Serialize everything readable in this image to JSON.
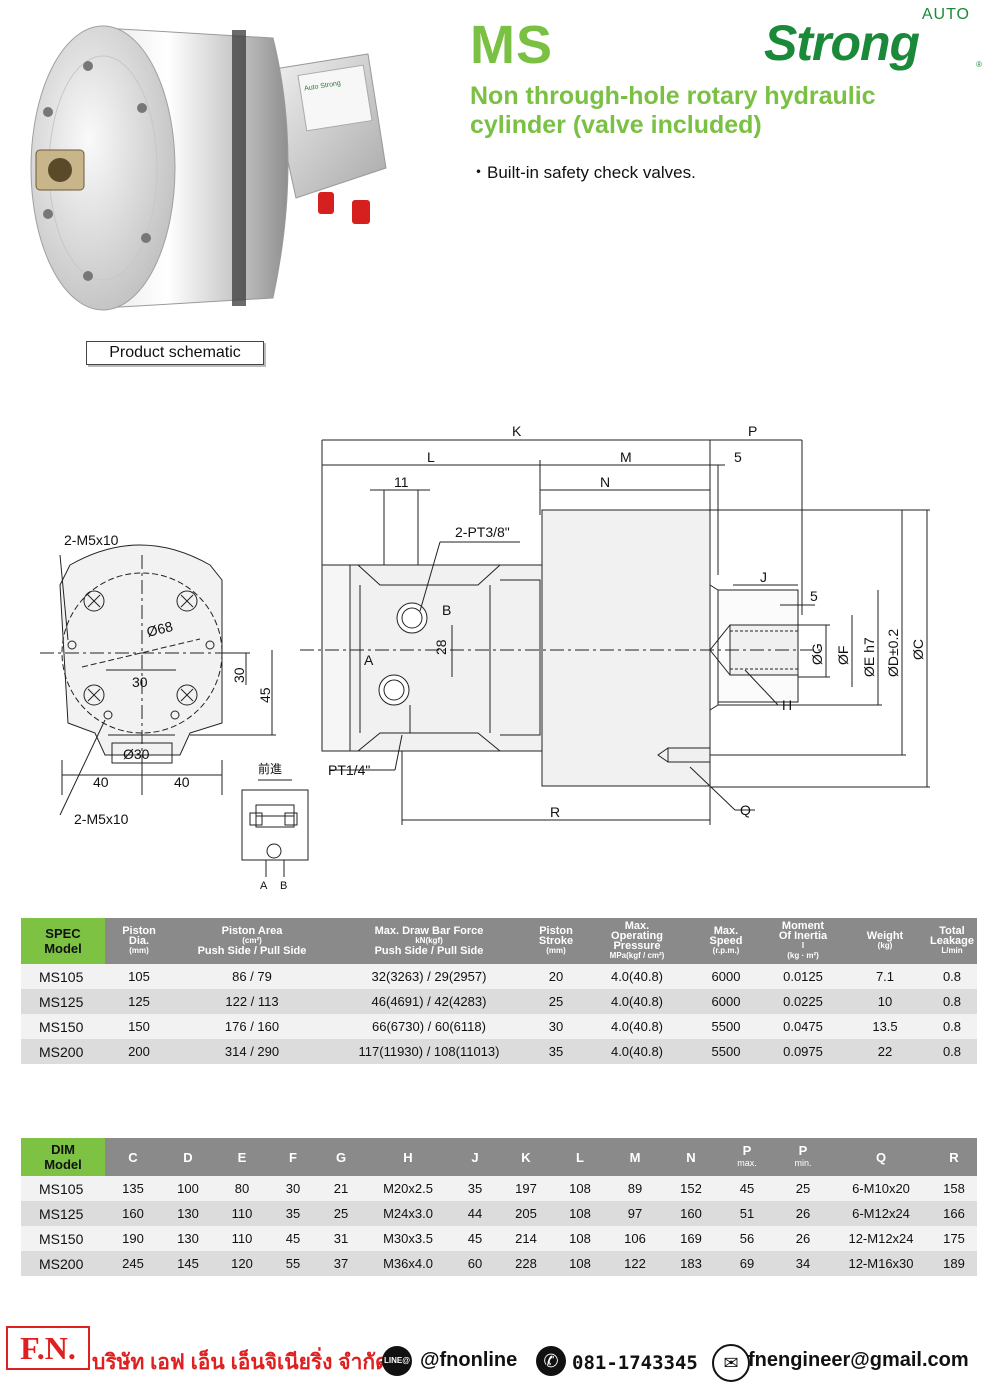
{
  "header": {
    "model": "MS",
    "subtitle_line1": "Non through-hole rotary hydraulic",
    "subtitle_line2": "cylinder (valve included)",
    "bullet": "Built-in safety check valves.",
    "brand_auto": "AUTO",
    "brand_strong": "Strong",
    "brand_reg": "®",
    "product_label": "Auto Strong",
    "schematic_label": "Product schematic"
  },
  "colors": {
    "accent_green": "#79c043",
    "brand_green": "#1a8a3a",
    "header_gray": "#8a8a8a",
    "footer_red": "#e02020"
  },
  "drawing": {
    "labels": {
      "K": "K",
      "L": "L",
      "M": "M",
      "N": "N",
      "P": "P",
      "five_top": "5",
      "eleven": "11",
      "pt38": "2-PT3/8\"",
      "B": "B",
      "A": "A",
      "twentyeight": "28",
      "pt14": "PT1/4\"",
      "R": "R",
      "Q": "Q",
      "J": "J",
      "five_right": "5",
      "H": "H",
      "phiG": "ØG",
      "phiF": "ØF",
      "phiE": "ØE h7",
      "phiD": "ØD±0.2",
      "phiC": "ØC",
      "m5_top": "2-M5x10",
      "m5_bottom": "2-M5x10",
      "phi68": "Ø68",
      "thirty_h": "30",
      "phi30": "Ø30",
      "thirty_v": "30",
      "fortyfive": "45",
      "forty_l": "40",
      "forty_r": "40",
      "forward": "前進",
      "port_a": "A",
      "port_b": "B"
    }
  },
  "spec_table": {
    "corner_top": "SPEC",
    "corner_bottom": "Model",
    "headers": [
      {
        "l1": "Piston",
        "l2": "Dia.",
        "l3": "(mm)"
      },
      {
        "l1": "Piston Area",
        "l2": "(cm²)",
        "l3": "Push Side / Pull Side"
      },
      {
        "l1": "Max. Draw Bar Force",
        "l2": "kN(kgf)",
        "l3": "Push Side / Pull Side"
      },
      {
        "l1": "Piston",
        "l2": "Stroke",
        "l3": "(mm)"
      },
      {
        "l1": "Max.",
        "l2": "Operating",
        "l2b": "Pressure",
        "l3": "MPa(kgf / cm²)"
      },
      {
        "l1": "Max.",
        "l2": "Speed",
        "l3": "(r.p.m.)"
      },
      {
        "l1": "Moment",
        "l2": "Of Inertia",
        "l2b": "I",
        "l3": "(kg · m²)"
      },
      {
        "l1": "Weight",
        "l2": "(kg)",
        "l3": ""
      },
      {
        "l1": "Total",
        "l2": "Leakage",
        "l3": "L/min"
      }
    ],
    "rows": [
      [
        "MS105",
        "105",
        "86 / 79",
        "32(3263) / 29(2957)",
        "20",
        "4.0(40.8)",
        "6000",
        "0.0125",
        "7.1",
        "0.8"
      ],
      [
        "MS125",
        "125",
        "122 / 113",
        "46(4691) / 42(4283)",
        "25",
        "4.0(40.8)",
        "6000",
        "0.0225",
        "10",
        "0.8"
      ],
      [
        "MS150",
        "150",
        "176 / 160",
        "66(6730) / 60(6118)",
        "30",
        "4.0(40.8)",
        "5500",
        "0.0475",
        "13.5",
        "0.8"
      ],
      [
        "MS200",
        "200",
        "314 / 290",
        "117(11930) / 108(11013)",
        "35",
        "4.0(40.8)",
        "5500",
        "0.0975",
        "22",
        "0.8"
      ]
    ]
  },
  "dim_table": {
    "corner_top": "DIM",
    "corner_bottom": "Model",
    "headers": [
      "C",
      "D",
      "E",
      "F",
      "G",
      "H",
      "J",
      "K",
      "L",
      "M",
      "N",
      "P",
      "P",
      "Q",
      "R"
    ],
    "sub_headers": [
      "",
      "",
      "",
      "",
      "",
      "",
      "",
      "",
      "",
      "",
      "",
      "max.",
      "min.",
      "",
      ""
    ],
    "rows": [
      [
        "MS105",
        "135",
        "100",
        "80",
        "30",
        "21",
        "M20x2.5",
        "35",
        "197",
        "108",
        "89",
        "152",
        "45",
        "25",
        "6-M10x20",
        "158"
      ],
      [
        "MS125",
        "160",
        "130",
        "110",
        "35",
        "25",
        "M24x3.0",
        "44",
        "205",
        "108",
        "97",
        "160",
        "51",
        "26",
        "6-M12x24",
        "166"
      ],
      [
        "MS150",
        "190",
        "130",
        "110",
        "45",
        "31",
        "M30x3.5",
        "45",
        "214",
        "108",
        "106",
        "169",
        "56",
        "26",
        "12-M12x24",
        "175"
      ],
      [
        "MS200",
        "245",
        "145",
        "120",
        "55",
        "37",
        "M36x4.0",
        "60",
        "228",
        "108",
        "122",
        "183",
        "69",
        "34",
        "12-M16x30",
        "189"
      ]
    ]
  },
  "footer": {
    "fn": "F.N.",
    "company": "บริษัท เอฟ เอ็น เอ็นจิเนียริ่ง จำกัด",
    "line_icon": "LINE@",
    "line_id": "@fnonline",
    "phone": "081-1743345",
    "email": "fnengineer@gmail.com"
  }
}
